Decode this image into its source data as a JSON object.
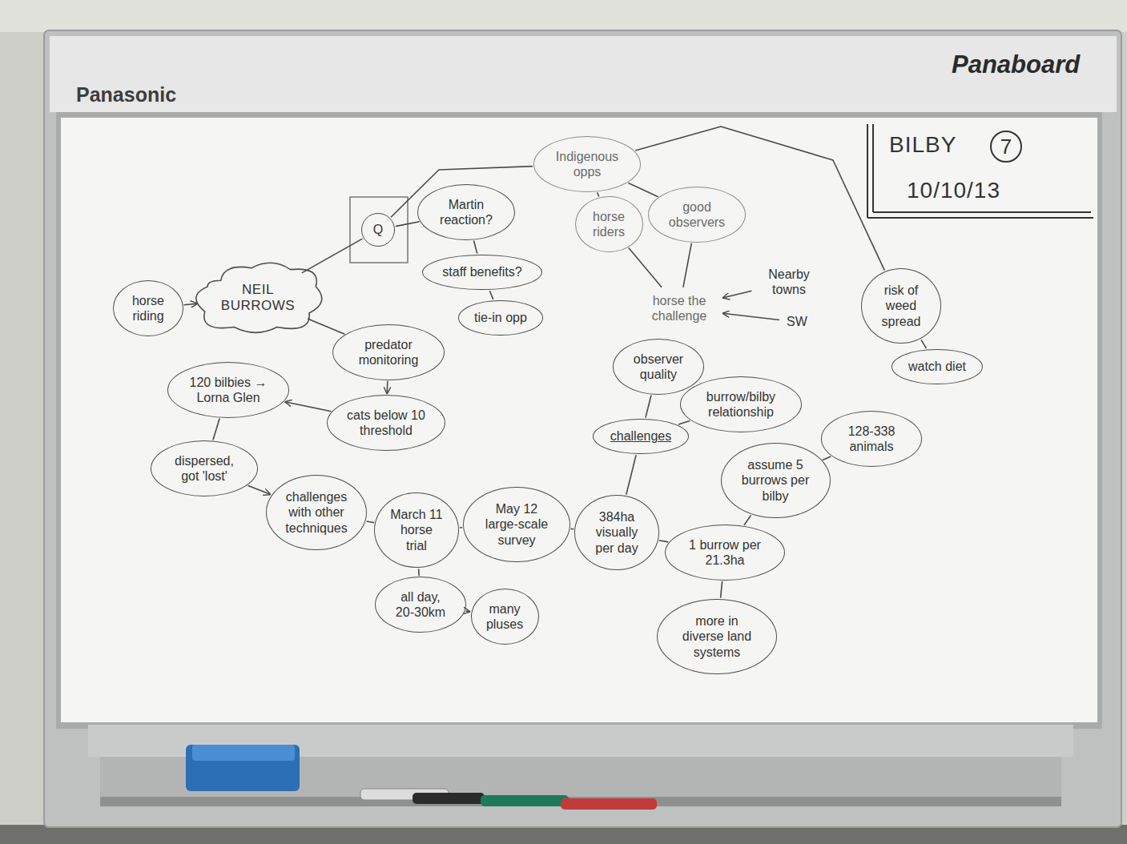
{
  "diagram": {
    "nodes": [
      {
        "text": [
          "horse riding"
        ]
      },
      {
        "text": [
          "NEIL BURROWS"
        ]
      },
      {
        "text": [
          "Q"
        ]
      },
      {
        "text": [
          "Martin reaction?"
        ]
      },
      {
        "text": [
          "staff benefits?"
        ]
      },
      {
        "text": [
          "tie-in opp"
        ]
      },
      {
        "text": [
          "Indigenous opps"
        ]
      },
      {
        "text": [
          "horse riders"
        ]
      },
      {
        "text": [
          "good observers"
        ]
      },
      {
        "text": [
          "horse the challenge"
        ]
      },
      {
        "text": [
          "Nearby towns"
        ]
      },
      {
        "text": [
          "SW"
        ]
      },
      {
        "text": [
          "risk of weed spread"
        ]
      },
      {
        "text": [
          "watch diet"
        ]
      },
      {
        "text": [
          "predator monitoring"
        ]
      },
      {
        "text": [
          "cats below 10 threshold"
        ]
      },
      {
        "text": [
          "120 bilbies → Lorna Glen"
        ]
      },
      {
        "text": [
          "dispersed, got 'lost'"
        ]
      },
      {
        "text": [
          "challenges with other techniques"
        ]
      },
      {
        "text": [
          "March 11 horse trial"
        ]
      },
      {
        "text": [
          "all day, 20-30km"
        ]
      },
      {
        "text": [
          "many pluses"
        ]
      },
      {
        "text": [
          "May 12 large-scale survey"
        ]
      },
      {
        "text": [
          "384ha visually per day"
        ]
      },
      {
        "text": [
          "challenges"
        ]
      },
      {
        "text": [
          "observer quality"
        ]
      },
      {
        "text": [
          "burrow/bilby relationship"
        ]
      },
      {
        "text": [
          "1 burrow per 21.3ha"
        ]
      },
      {
        "text": [
          "more in diverse land systems"
        ]
      },
      {
        "text": [
          "assume 5 burrows per bilby"
        ]
      },
      {
        "text": [
          "128-338 animals"
        ]
      }
    ],
    "edges": [
      {
        "from": 0,
        "to": 1,
        "arrow": "to"
      },
      {
        "from": 1,
        "to": 2,
        "arrow": "none"
      },
      {
        "from": 2,
        "to": 3,
        "arrow": "none"
      },
      {
        "from": 3,
        "to": 4,
        "arrow": "none"
      },
      {
        "from": 4,
        "to": 5,
        "arrow": "none"
      },
      {
        "from": 2,
        "to": 6,
        "arrow": "none"
      },
      {
        "from": 6,
        "to": 7,
        "arrow": "none"
      },
      {
        "from": 6,
        "to": 8,
        "arrow": "none"
      },
      {
        "from": 7,
        "to": 9,
        "arrow": "none"
      },
      {
        "from": 8,
        "to": 9,
        "arrow": "none"
      },
      {
        "from": 10,
        "to": 9,
        "arrow": "to"
      },
      {
        "from": 11,
        "to": 9,
        "arrow": "to"
      },
      {
        "from": 6,
        "to": 12,
        "arrow": "none"
      },
      {
        "from": 12,
        "to": 13,
        "arrow": "none"
      },
      {
        "from": 1,
        "to": 14,
        "arrow": "none"
      },
      {
        "from": 14,
        "to": 15,
        "arrow": "to"
      },
      {
        "from": 15,
        "to": 16,
        "arrow": "to"
      },
      {
        "from": 16,
        "to": 17,
        "arrow": "none"
      },
      {
        "from": 17,
        "to": 18,
        "arrow": "to"
      },
      {
        "from": 18,
        "to": 19,
        "arrow": "none"
      },
      {
        "from": 19,
        "to": 20,
        "arrow": "none"
      },
      {
        "from": 20,
        "to": 21,
        "arrow": "to"
      },
      {
        "from": 19,
        "to": 22,
        "arrow": "none"
      },
      {
        "from": 22,
        "to": 23,
        "arrow": "none"
      },
      {
        "from": 23,
        "to": 24,
        "arrow": "none"
      },
      {
        "from": 24,
        "to": 25,
        "arrow": "none"
      },
      {
        "from": 24,
        "to": 26,
        "arrow": "none"
      },
      {
        "from": 23,
        "to": 27,
        "arrow": "none"
      },
      {
        "from": 27,
        "to": 28,
        "arrow": "none"
      },
      {
        "from": 27,
        "to": 29,
        "arrow": "none"
      },
      {
        "from": 29,
        "to": 30,
        "arrow": "none"
      }
    ],
    "labels": [
      "Panasonic",
      "Panaboard",
      "BILBY",
      "7",
      "10/10/13"
    ]
  }
}
